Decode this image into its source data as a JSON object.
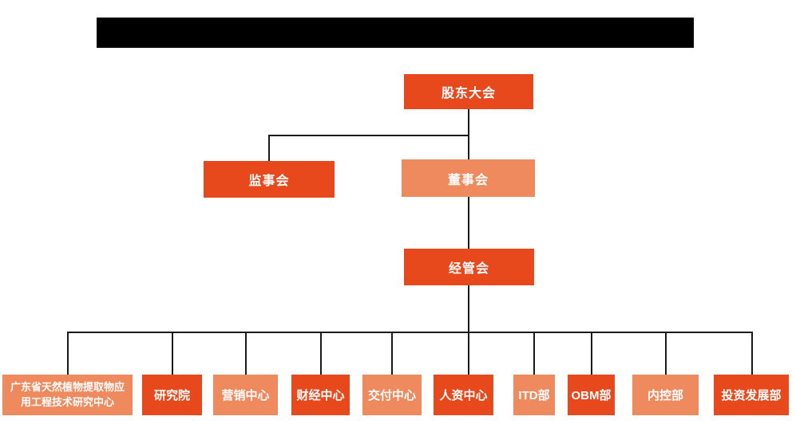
{
  "colors": {
    "primary": "#E8491C",
    "secondary": "#EF8A5F",
    "connector": "#1A1A1A",
    "redacted_bar": "#000000"
  },
  "org_chart": {
    "root": {
      "id": "shareholders-meeting",
      "label": "股东大会",
      "variant": "primary"
    },
    "level2": [
      {
        "id": "supervisory-board",
        "label": "监事会",
        "variant": "primary"
      },
      {
        "id": "board-of-directors",
        "label": "董事会",
        "variant": "secondary"
      }
    ],
    "level3": {
      "id": "management-committee",
      "label": "经管会",
      "variant": "primary"
    },
    "departments": [
      {
        "id": "gd-natural-plant-extract-research-center",
        "label": "广东省天然植物提取物应用工程技术研究中心",
        "variant": "secondary"
      },
      {
        "id": "research-institute",
        "label": "研究院",
        "variant": "primary"
      },
      {
        "id": "marketing-center",
        "label": "营销中心",
        "variant": "secondary"
      },
      {
        "id": "finance-center",
        "label": "财经中心",
        "variant": "primary"
      },
      {
        "id": "delivery-center",
        "label": "交付中心",
        "variant": "secondary"
      },
      {
        "id": "hr-center",
        "label": "人资中心",
        "variant": "primary"
      },
      {
        "id": "itd-department",
        "label": "ITD部",
        "variant": "secondary"
      },
      {
        "id": "obm-department",
        "label": "OBM部",
        "variant": "primary"
      },
      {
        "id": "internal-control-department",
        "label": "内控部",
        "variant": "secondary"
      },
      {
        "id": "investment-development-department",
        "label": "投资发展部",
        "variant": "primary"
      }
    ]
  }
}
